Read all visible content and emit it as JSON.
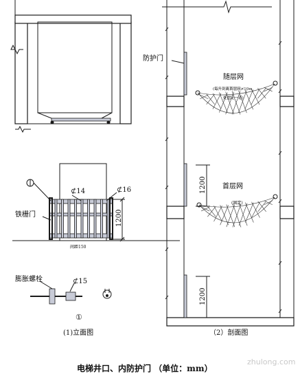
{
  "labels": {
    "guard_door": "防护门",
    "follow_net": "随层网",
    "follow_net_note_1": "(每升到离首层网≯10m",
    "follow_net_note_2": "处固定一道)",
    "first_floor_net": "首层网",
    "fixed_note": "(固定)",
    "iron_gate": "铁栅门",
    "expansion_bolt": "膨胀螺栓",
    "phi14": "⊄14",
    "phi16": "⊄16",
    "phi15": "⊄15",
    "spacing": "间距150",
    "dim_1200_a": "1200",
    "dim_1200_b": "1200",
    "dim_1200_c": "1200",
    "circle_one": "①",
    "elevation_caption": "(1)立面图",
    "section_caption": "（2）剖面图",
    "main_title": "电梯井口、内防护门 （单位：mm）",
    "watermark": "zhulong.com"
  }
}
